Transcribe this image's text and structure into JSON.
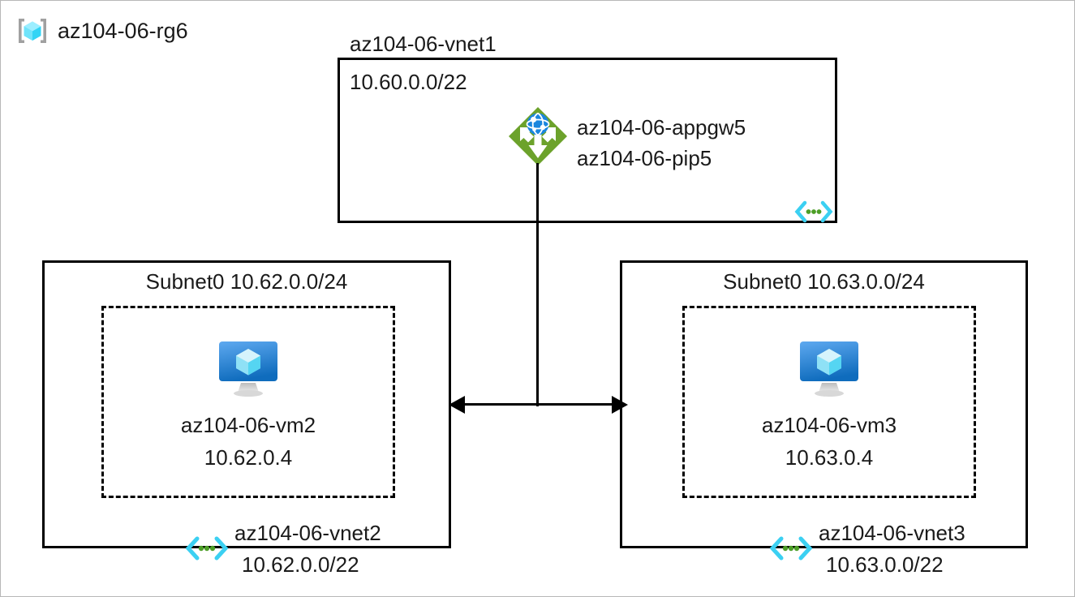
{
  "diagram": {
    "type": "azure-network-topology",
    "resource_group": {
      "name": "az104-06-rg6",
      "icon": "resource-group-cube-icon"
    },
    "vnet1": {
      "name": "az104-06-vnet1",
      "address_space": "10.60.0.0/22",
      "peering_icon": "vnet-peering-icon",
      "appgw": {
        "icon": "application-gateway-icon",
        "line1": "az104-06-appgw5",
        "line2": "az104-06-pip5"
      }
    },
    "vnet2": {
      "subnet_label": "Subnet0 10.62.0.0/24",
      "vm": {
        "icon": "virtual-machine-icon",
        "name": "az104-06-vm2",
        "ip": "10.62.0.4"
      },
      "peering_icon": "vnet-peering-icon",
      "name": "az104-06-vnet2",
      "address_space": "10.62.0.0/22"
    },
    "vnet3": {
      "subnet_label": "Subnet0 10.63.0.0/24",
      "vm": {
        "icon": "virtual-machine-icon",
        "name": "az104-06-vm3",
        "ip": "10.63.0.4"
      },
      "peering_icon": "vnet-peering-icon",
      "name": "az104-06-vnet3",
      "address_space": "10.63.0.0/22"
    },
    "colors": {
      "appgw_green": "#6CA22B",
      "appgw_globe_blue": "#1A86DE",
      "peering_cyan": "#3BD0F2",
      "peering_dot_green": "#4C9E26",
      "vm_monitor_blue": "#1B86DE",
      "vm_cube_cyan": "#9DE3F5",
      "rg_cube_cyan": "#50E6FF",
      "rg_bracket_grey": "#A0A0A0",
      "line_black": "#000000",
      "outer_border_grey": "#B8B8B8"
    }
  }
}
